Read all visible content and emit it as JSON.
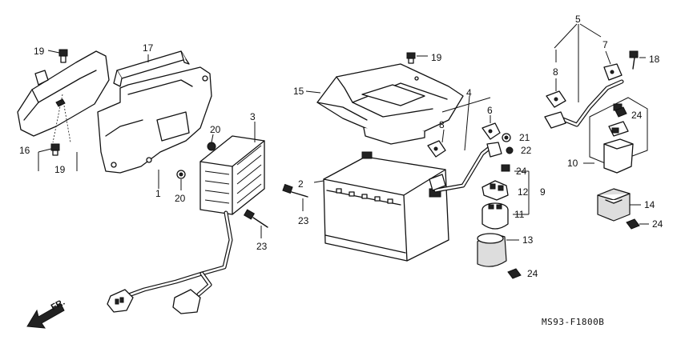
{
  "diagram_code": "MS93-F1800B",
  "front_label": "FR.",
  "callouts": {
    "c1": "1",
    "c2": "2",
    "c3": "3",
    "c4": "4",
    "c5": "5",
    "c6": "6",
    "c7": "7",
    "c8a": "8",
    "c8b": "8",
    "c9": "9",
    "c10": "10",
    "c11": "11",
    "c12": "12",
    "c13": "13",
    "c14": "14",
    "c15": "15",
    "c16": "16",
    "c17": "17",
    "c18": "18",
    "c19a": "19",
    "c19b": "19",
    "c19c": "19",
    "c20a": "20",
    "c20b": "20",
    "c21": "21",
    "c22": "22",
    "c23a": "23",
    "c23b": "23",
    "c24a": "24",
    "c24b": "24",
    "c24c": "24",
    "c24d": "24"
  }
}
